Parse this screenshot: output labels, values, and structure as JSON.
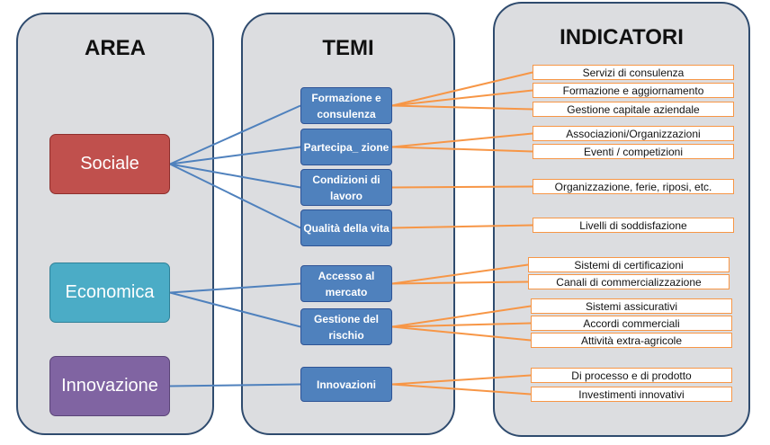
{
  "headers": {
    "area": "AREA",
    "temi": "TEMI",
    "indicatori": "INDICATORI"
  },
  "aree": [
    {
      "label": "Sociale",
      "color": "#c0504d",
      "border": "#8e2f2d"
    },
    {
      "label": "Economica",
      "color": "#4bacc6",
      "border": "#2f8198"
    },
    {
      "label": "Innovazione",
      "color": "#8064a2",
      "border": "#5b4578"
    }
  ],
  "temi": [
    {
      "label": "Formazione e consulenza"
    },
    {
      "label": "Partecipa_ zione"
    },
    {
      "label": "Condizioni di lavoro"
    },
    {
      "label": "Qualità della vita"
    },
    {
      "label": "Accesso al mercato"
    },
    {
      "label": "Gestione del rischio"
    },
    {
      "label": "Innovazioni"
    }
  ],
  "indicatori": [
    {
      "label": "Servizi di consulenza"
    },
    {
      "label": "Formazione e aggiornamento"
    },
    {
      "label": "Gestione capitale aziendale"
    },
    {
      "label": "Associazioni/Organizzazioni"
    },
    {
      "label": "Eventi / competizioni"
    },
    {
      "label": "Organizzazione, ferie, riposi, etc."
    },
    {
      "label": "Livelli di soddisfazione"
    },
    {
      "label": "Sistemi di certificazioni"
    },
    {
      "label": "Canali di commercializzazione"
    },
    {
      "label": "Sistemi assicurativi"
    },
    {
      "label": "Accordi commerciali"
    },
    {
      "label": "Attività extra-agricole"
    },
    {
      "label": "Di processo e di prodotto"
    },
    {
      "label": "Investimenti innovativi"
    }
  ],
  "links_area_tema": [
    [
      0,
      0
    ],
    [
      0,
      1
    ],
    [
      0,
      2
    ],
    [
      0,
      3
    ],
    [
      1,
      4
    ],
    [
      1,
      5
    ],
    [
      2,
      6
    ]
  ],
  "links_tema_indicatore": [
    [
      0,
      0
    ],
    [
      0,
      1
    ],
    [
      0,
      2
    ],
    [
      1,
      3
    ],
    [
      1,
      4
    ],
    [
      2,
      5
    ],
    [
      3,
      6
    ],
    [
      4,
      7
    ],
    [
      4,
      8
    ],
    [
      5,
      9
    ],
    [
      5,
      10
    ],
    [
      5,
      11
    ],
    [
      6,
      12
    ],
    [
      6,
      13
    ]
  ],
  "colors": {
    "blue_line": "#4f81bd",
    "orange_line": "#f79646"
  }
}
